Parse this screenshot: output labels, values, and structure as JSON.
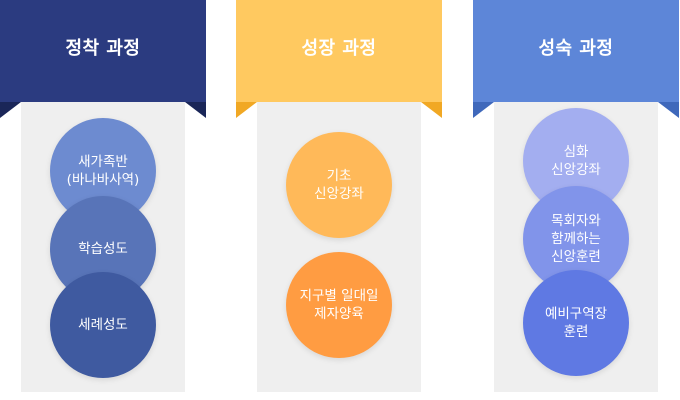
{
  "stages": [
    {
      "title": "정착 과정",
      "header_color": "#2b3b80",
      "fold_color": "#1a2658",
      "items": [
        {
          "label": "새가족반\n(바나바사역)",
          "color": "#6d8bd0"
        },
        {
          "label": "학습성도",
          "color": "#5874b8"
        },
        {
          "label": "세례성도",
          "color": "#3f5aa0"
        }
      ]
    },
    {
      "title": "성장 과정",
      "header_color": "#ffc960",
      "fold_color": "#f1a824",
      "items": [
        {
          "label": "기초\n신앙강좌",
          "color": "#ffb959"
        },
        {
          "label": "지구별 일대일\n제자양육",
          "color": "#ff9c42"
        }
      ]
    },
    {
      "title": "성숙 과정",
      "header_color": "#5d86d8",
      "fold_color": "#3f68bb",
      "items": [
        {
          "label": "심화\n신앙강좌",
          "color": "#a3aef0"
        },
        {
          "label": "목회자와\n함께하는\n신앙훈련",
          "color": "#8194ea"
        },
        {
          "label": "예비구역장\n훈련",
          "color": "#5f79e3"
        }
      ]
    }
  ]
}
